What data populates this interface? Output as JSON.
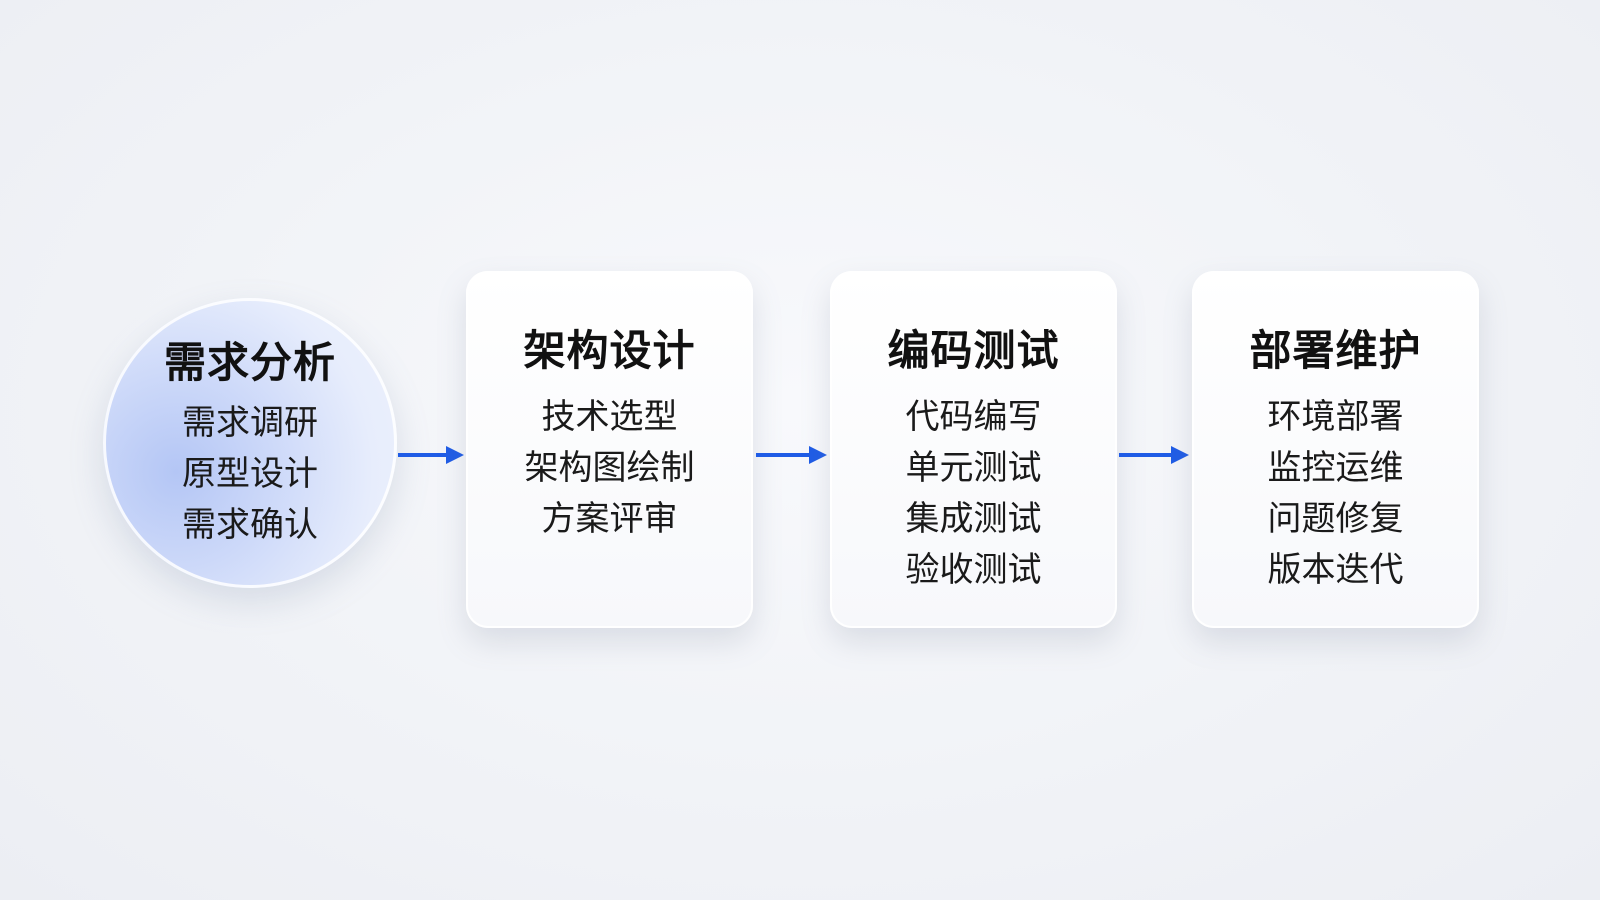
{
  "stages": [
    {
      "title": "需求分析",
      "items": [
        "需求调研",
        "原型设计",
        "需求确认"
      ]
    },
    {
      "title": "架构设计",
      "items": [
        "技术选型",
        "架构图绘制",
        "方案评审"
      ]
    },
    {
      "title": "编码测试",
      "items": [
        "代码编写",
        "单元测试",
        "集成测试",
        "验收测试"
      ]
    },
    {
      "title": "部署维护",
      "items": [
        "环境部署",
        "监控运维",
        "问题修复",
        "版本迭代"
      ]
    }
  ],
  "colors": {
    "arrow": "#1f5ce6",
    "circle_accent": "#b4c6f5",
    "text": "#111111"
  }
}
